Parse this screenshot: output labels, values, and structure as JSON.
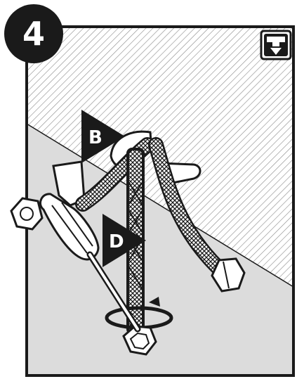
{
  "step": {
    "number": "4"
  },
  "callouts": [
    {
      "letter": "B"
    },
    {
      "letter": "D"
    }
  ],
  "icons": {
    "corner_symbol": "faucet-install-icon"
  }
}
